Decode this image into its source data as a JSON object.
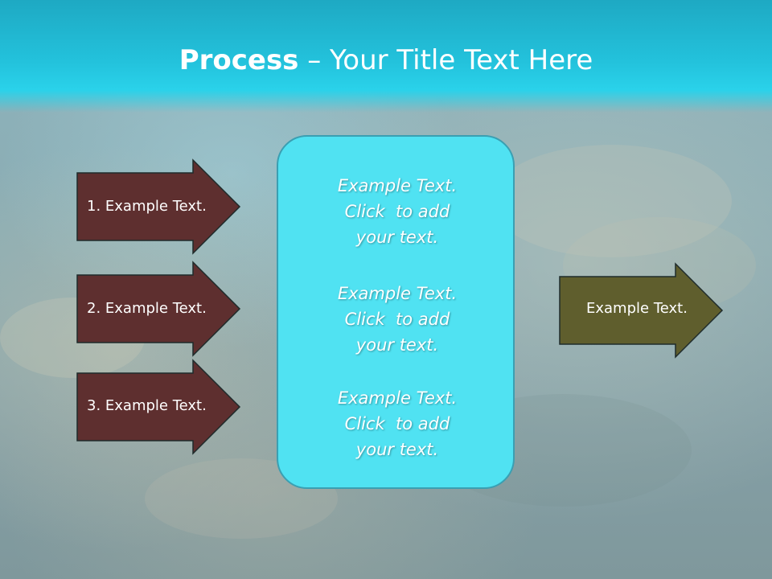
{
  "slide": {
    "title_bold": "Process",
    "title_rest": " – Your Title Text Here",
    "left_arrows": [
      {
        "label": "1. Example Text."
      },
      {
        "label": "2. Example Text."
      },
      {
        "label": "3. Example Text."
      }
    ],
    "center_blocks": [
      {
        "lines": [
          "Example Text.",
          "Click  to add",
          "your text."
        ]
      },
      {
        "lines": [
          "Example Text.",
          "Click  to add",
          "your text."
        ]
      },
      {
        "lines": [
          "Example Text.",
          "Click  to add",
          "your text."
        ]
      }
    ],
    "right_arrow": {
      "label": "Example Text."
    }
  },
  "colors": {
    "title_band": "#23c2dc",
    "left_arrow_fill": "#5e2f2f",
    "right_arrow_fill": "#5f5e2d",
    "center_box_fill": "#50e2f2",
    "center_box_border": "#3a9fb2"
  }
}
